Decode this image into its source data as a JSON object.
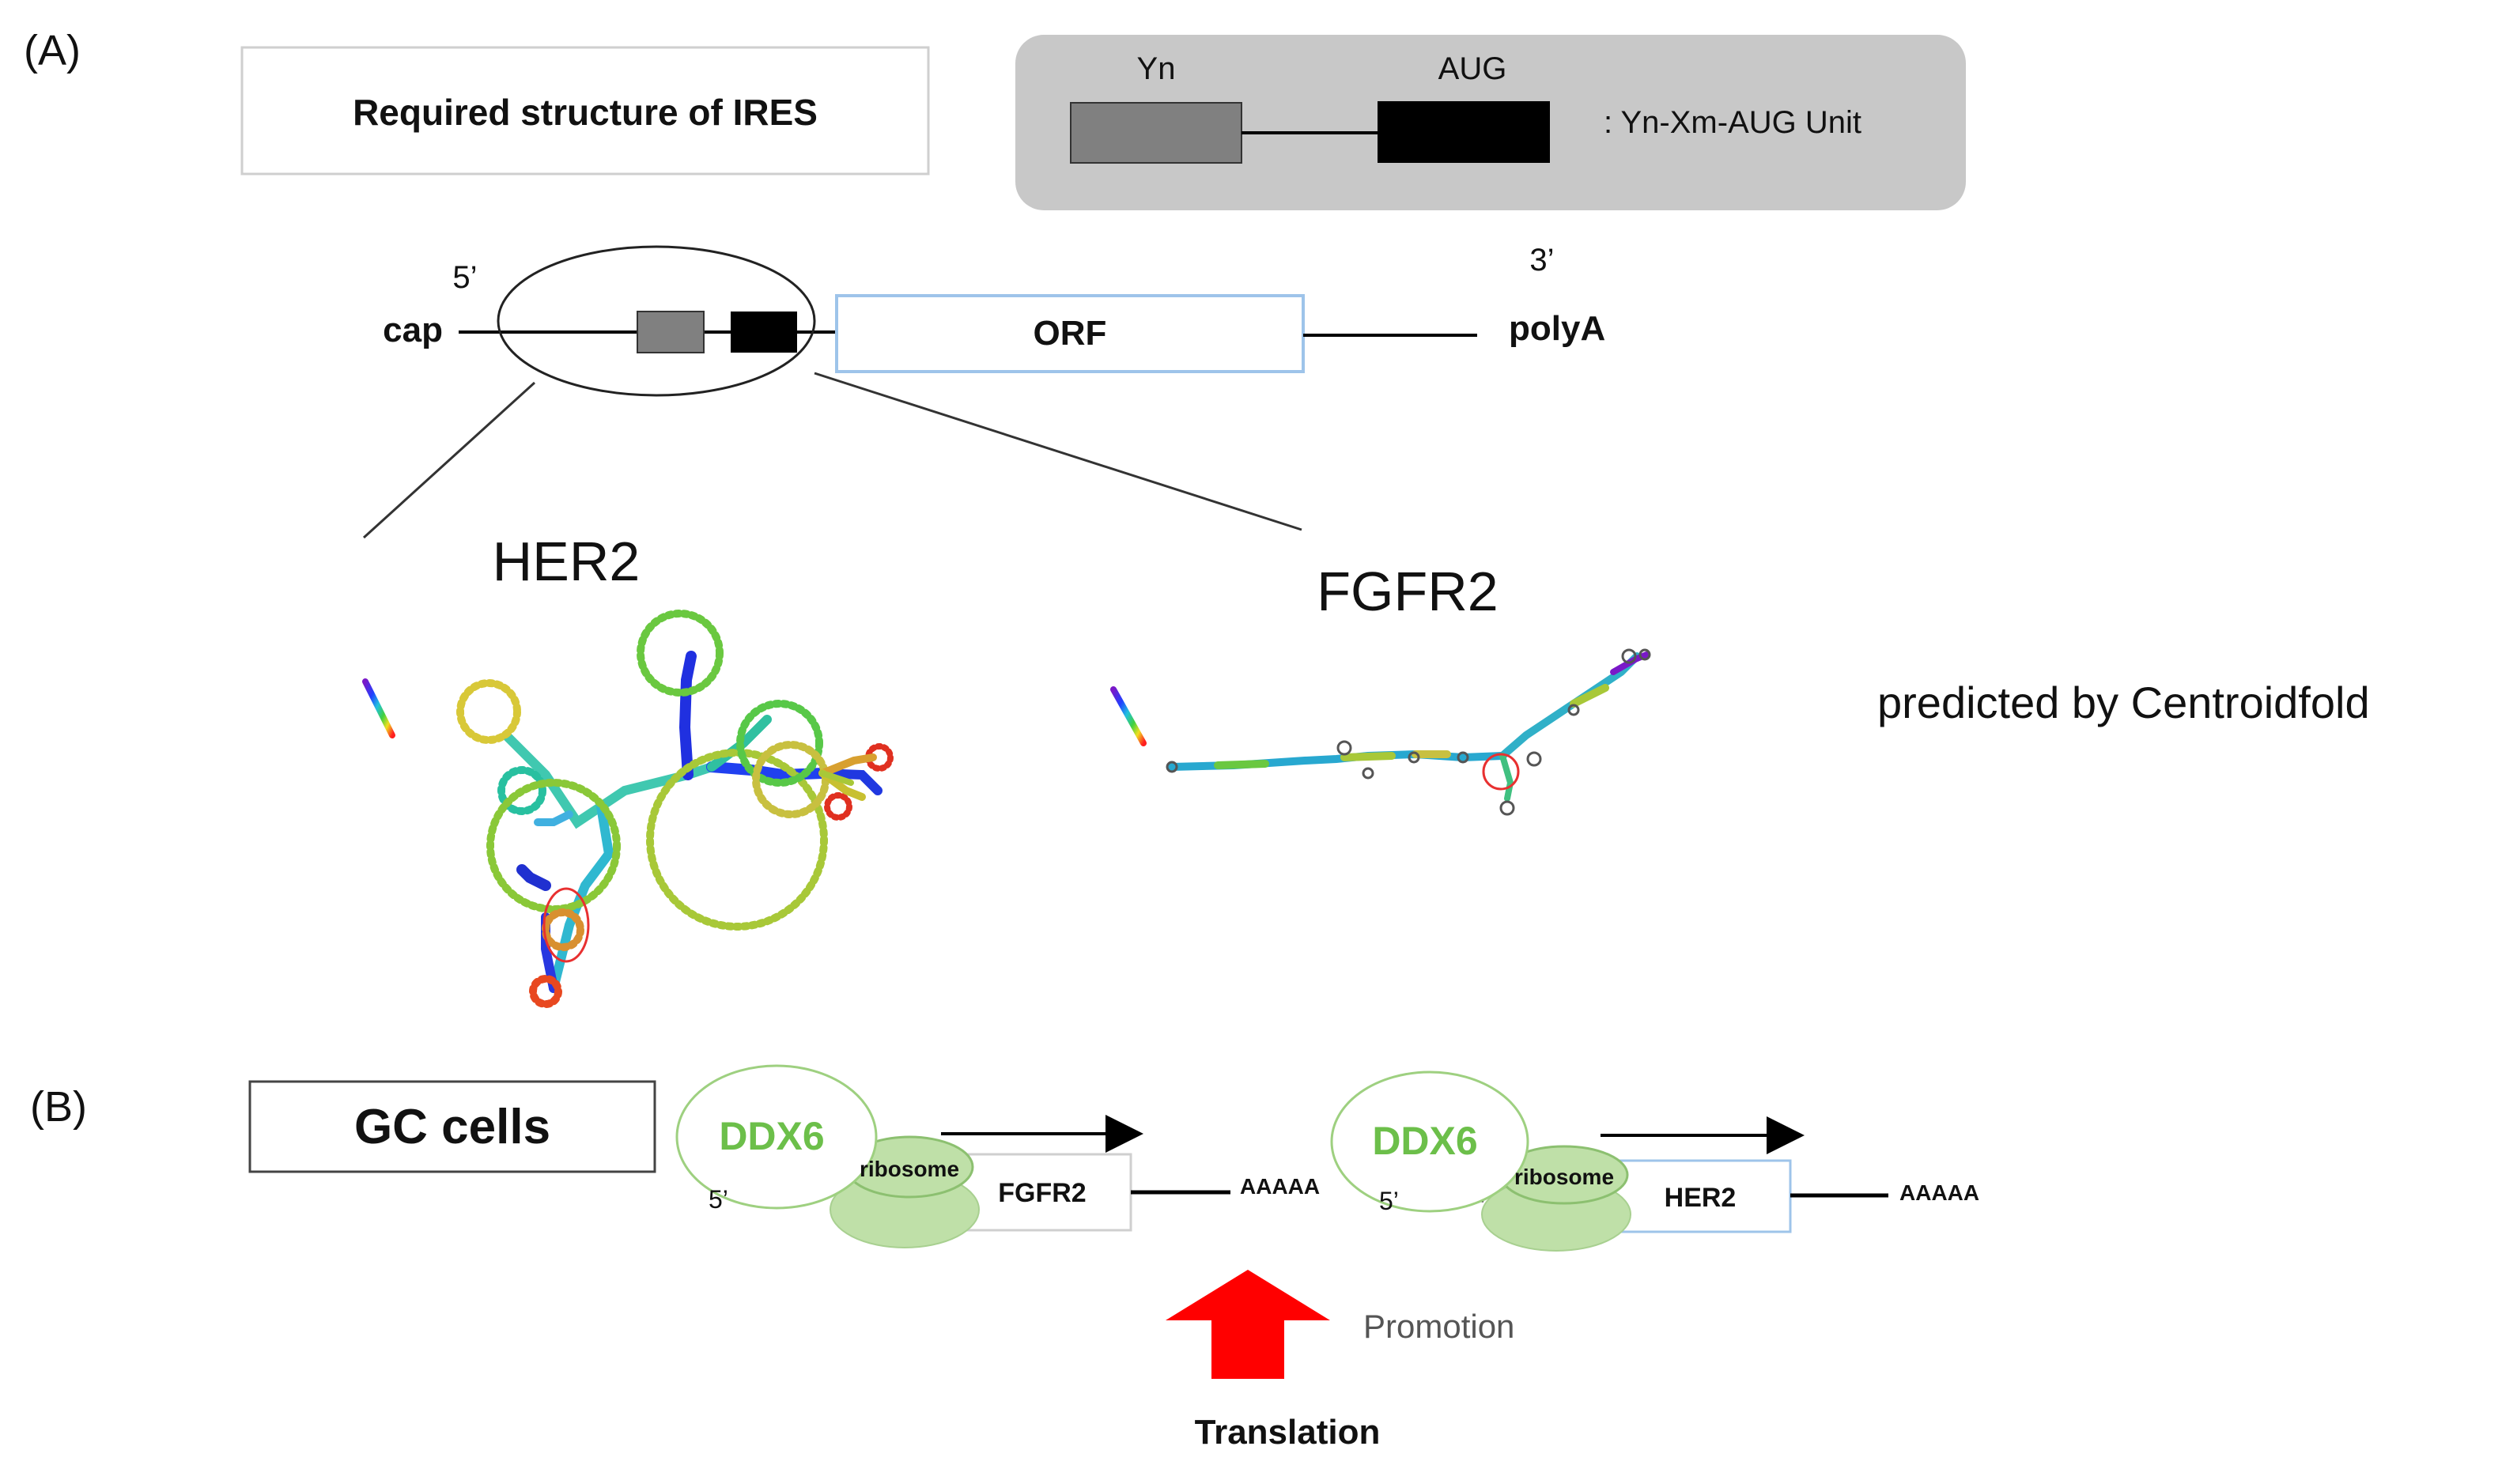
{
  "panel_a": {
    "label": "(A)",
    "title_box": "Required structure  of IRES",
    "legend": {
      "yn": "Yn",
      "aug": "AUG",
      "unit": ": Yn-Xm-AUG Unit"
    },
    "mrna": {
      "five_prime": "5’",
      "three_prime": "3’",
      "cap": "cap",
      "orf": "ORF",
      "polya": "polyA"
    },
    "structures": {
      "her2": "HER2",
      "fgfr2": "FGFR2",
      "method": "predicted by Centroidfold"
    }
  },
  "panel_b": {
    "label": "(B)",
    "title_box": "GC cells",
    "complex_left": {
      "helicase": "DDX6",
      "ribosome": "ribosome",
      "gene": "FGFR2",
      "five_prime": "5’",
      "tail": "AAAAA"
    },
    "complex_right": {
      "helicase": "DDX6",
      "ribosome": "ribosome",
      "gene": "HER2",
      "five_prime": "5’",
      "tail": "AAAAA"
    },
    "effect": "Promotion",
    "outcome": "Translation"
  },
  "colors": {
    "ddx6_text": "#6cbf4a",
    "ribosome_fill": "#bfe0a8",
    "arrow_up": "#ff0000",
    "legend_panel": "#c8c8c8",
    "yn_box": "#808080",
    "aug_box": "#000000",
    "orf_border": "#9ec4ea",
    "highlight_circle": "#e83030"
  }
}
